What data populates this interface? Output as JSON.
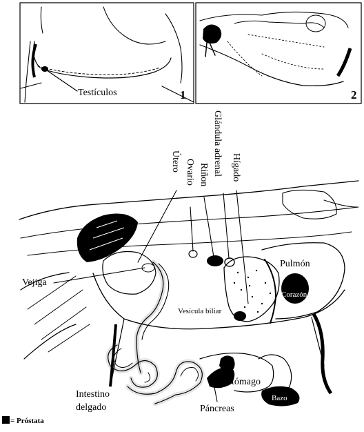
{
  "panels": [
    {
      "number": "1",
      "label": "Testículos"
    },
    {
      "number": "2"
    }
  ],
  "labels": {
    "utero": "Útero",
    "ovario": "Ovario",
    "rinon": "Riñon",
    "glandula": "Glándula adrenal",
    "higado": "Hígado",
    "pulmon": "Pulmón",
    "vejiga": "Vejiga",
    "corazon": "Corazón",
    "vesicula": "Vesícula biliar",
    "estomago": "Estómago",
    "intestino_1": "Intestino",
    "intestino_2": "delgado",
    "pancreas": "Páncreas",
    "bazo": "Bazo"
  },
  "legend": {
    "symbol": "■",
    "text": "= Próstata"
  }
}
